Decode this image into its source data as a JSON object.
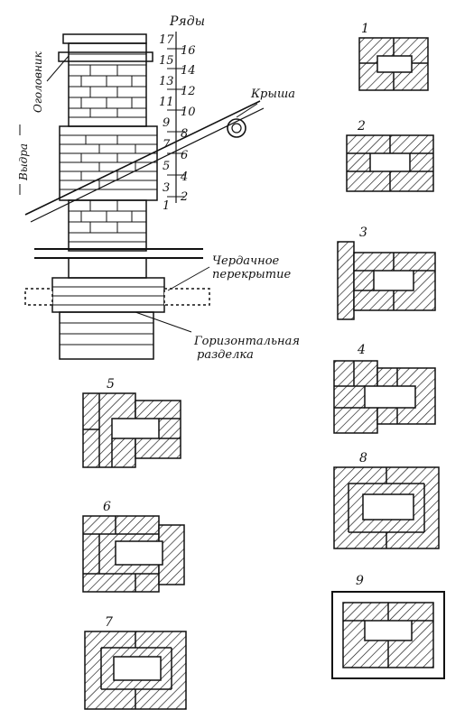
{
  "labels": {
    "rows_title": "Ряды",
    "roof": "Крыша",
    "ogolovnik": "Оголовник",
    "vydra": "Выдра",
    "attic_line1": "Чердачное",
    "attic_line2": "перекрытие",
    "razdelka_line1": "Горизонтальная",
    "razdelka_line2": "разделка"
  },
  "row_numbers": {
    "left": [
      "17",
      "15",
      "13",
      "11",
      "9",
      "7",
      "5",
      "3",
      "1"
    ],
    "right": [
      "16",
      "14",
      "12",
      "10",
      "8",
      "6",
      "4",
      "2"
    ]
  },
  "course_labels": [
    "1",
    "2",
    "3",
    "4",
    "8",
    "9",
    "5",
    "6",
    "7"
  ],
  "colors": {
    "ink": "#111111",
    "background": "#ffffff"
  }
}
